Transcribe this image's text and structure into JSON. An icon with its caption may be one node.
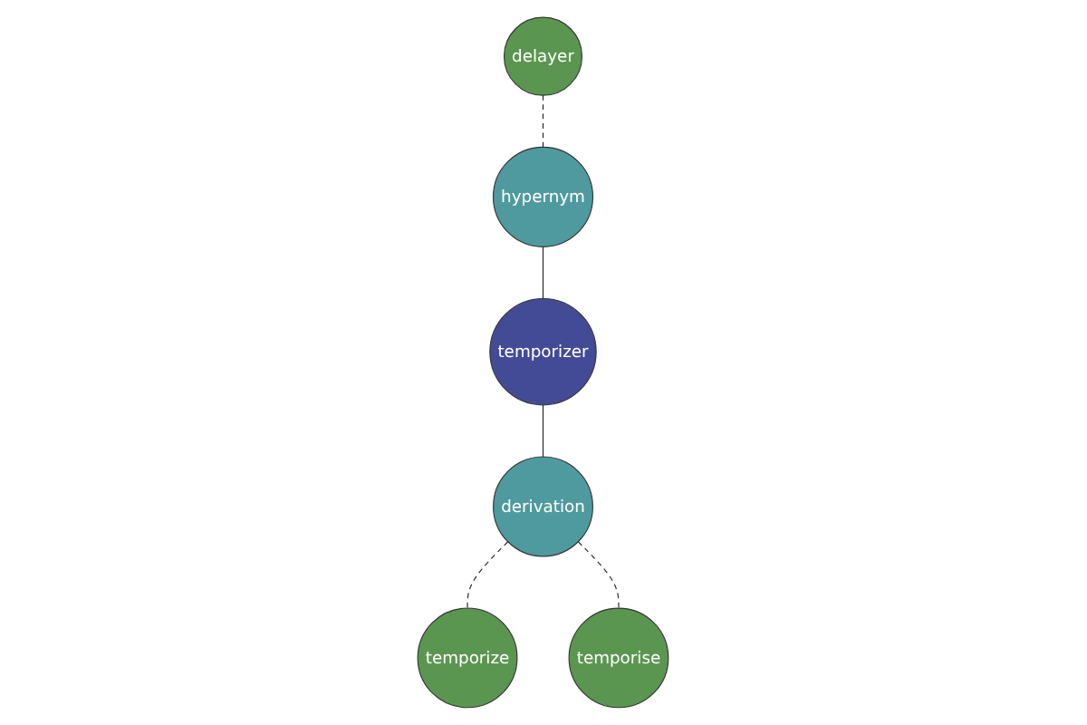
{
  "diagram": {
    "nodes": [
      {
        "text": [
          "delayer"
        ]
      },
      {
        "text": [
          "hypernym"
        ]
      },
      {
        "text": [
          "temporizer"
        ]
      },
      {
        "text": [
          "derivation"
        ]
      },
      {
        "text": [
          "temporize"
        ]
      },
      {
        "text": [
          "temporise"
        ]
      }
    ],
    "edges": [
      {
        "from": 0,
        "to": 1,
        "arrow": "none",
        "style": "dashed"
      },
      {
        "from": 1,
        "to": 2,
        "arrow": "none"
      },
      {
        "from": 2,
        "to": 3,
        "arrow": "none"
      },
      {
        "from": 3,
        "to": 4,
        "arrow": "none",
        "style": "dashed"
      },
      {
        "from": 3,
        "to": 5,
        "arrow": "none",
        "style": "dashed"
      }
    ]
  }
}
